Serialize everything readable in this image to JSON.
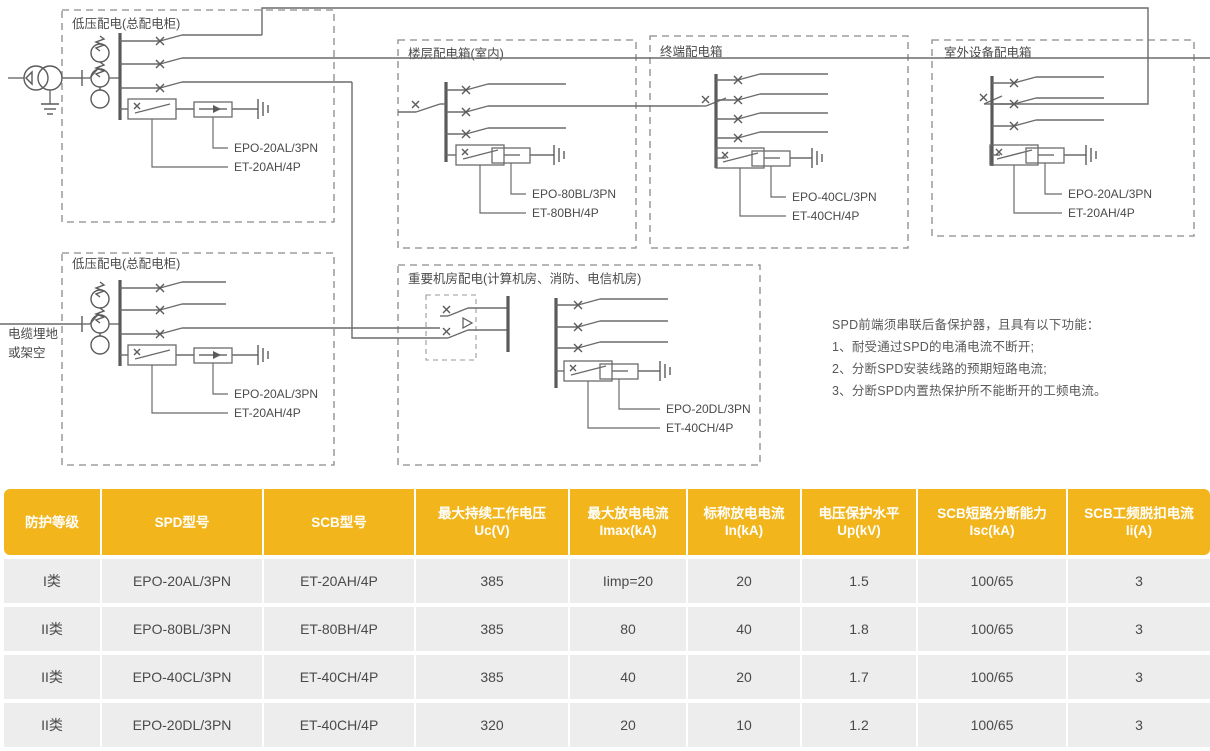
{
  "diagram": {
    "source_label_lines": [
      "电缆埋地",
      "或架空"
    ],
    "panels": [
      {
        "id": "lv-main-top",
        "title": "低压配电(总配电柜)",
        "spd": "EPO-20AL/3PN",
        "scb": "ET-20AH/4P"
      },
      {
        "id": "floor-indoor",
        "title": "楼层配电箱(室内)",
        "spd": "EPO-80BL/3PN",
        "scb": "ET-80BH/4P"
      },
      {
        "id": "terminal-box",
        "title": "终端配电箱",
        "spd": "EPO-40CL/3PN",
        "scb": "ET-40CH/4P"
      },
      {
        "id": "outdoor-box",
        "title": "室外设备配电箱",
        "spd": "EPO-20AL/3PN",
        "scb": "ET-20AH/4P"
      },
      {
        "id": "lv-main-bottom",
        "title": "低压配电(总配电柜)",
        "spd": "EPO-20AL/3PN",
        "scb": "ET-20AH/4P"
      },
      {
        "id": "critical-room",
        "title": "重要机房配电(计算机房、消防、电信机房)",
        "spd": "EPO-20DL/3PN",
        "scb": "ET-40CH/4P"
      }
    ]
  },
  "notes": {
    "heading": "SPD前端须串联后备保护器，且具有以下功能：",
    "items": [
      "1、耐受通过SPD的电涌电流不断开;",
      "2、分断SPD安装线路的预期短路电流;",
      "3、分断SPD内置热保护所不能断开的工频电流。"
    ]
  },
  "table": {
    "headers": [
      "防护等级",
      "SPD型号",
      "SCB型号",
      "最大持续工作电压\nUc(V)",
      "最大放电电流\nImax(kA)",
      "标称放电电流\nIn(kA)",
      "电压保护水平\nUp(kV)",
      "SCB短路分断能力\nIsc(kA)",
      "SCB工频脱扣电流\nIi(A)"
    ],
    "header_lines": [
      [
        "防护等级",
        ""
      ],
      [
        "SPD型号",
        ""
      ],
      [
        "SCB型号",
        ""
      ],
      [
        "最大持续工作电压",
        "Uc(V)"
      ],
      [
        "最大放电电流",
        "Imax(kA)"
      ],
      [
        "标称放电电流",
        "In(kA)"
      ],
      [
        "电压保护水平",
        "Up(kV)"
      ],
      [
        "SCB短路分断能力",
        "Isc(kA)"
      ],
      [
        "SCB工频脱扣电流",
        "Ii(A)"
      ]
    ],
    "rows": [
      [
        "I类",
        "EPO-20AL/3PN",
        "ET-20AH/4P",
        "385",
        "Iimp=20",
        "20",
        "1.5",
        "100/65",
        "3"
      ],
      [
        "II类",
        "EPO-80BL/3PN",
        "ET-80BH/4P",
        "385",
        "80",
        "40",
        "1.8",
        "100/65",
        "3"
      ],
      [
        "II类",
        "EPO-40CL/3PN",
        "ET-40CH/4P",
        "385",
        "40",
        "20",
        "1.7",
        "100/65",
        "3"
      ],
      [
        "II类",
        "EPO-20DL/3PN",
        "ET-40CH/4P",
        "320",
        "20",
        "10",
        "1.2",
        "100/65",
        "3"
      ]
    ]
  },
  "colors": {
    "header_bg": "#F2B61C",
    "cell_bg": "#ededed",
    "line": "#6b6b6b",
    "text": "#4a4a4a"
  }
}
